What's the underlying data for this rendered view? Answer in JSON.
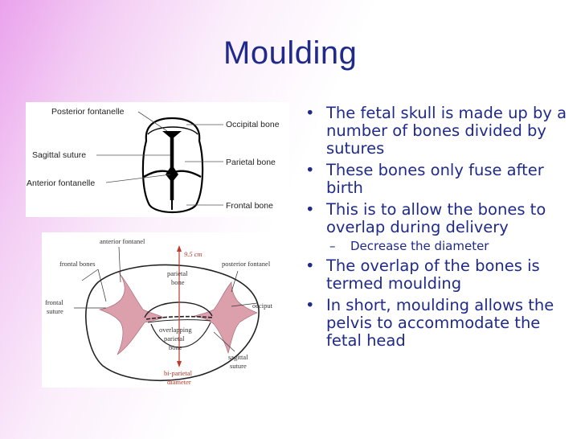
{
  "slide": {
    "title": "Moulding",
    "bullets": [
      {
        "level": 1,
        "text": "The fetal skull is made up by a number of bones divided by sutures"
      },
      {
        "level": 1,
        "text": "These bones only fuse after birth"
      },
      {
        "level": 1,
        "text": "This is to allow the bones to overlap during delivery"
      },
      {
        "level": 2,
        "text": "Decrease the diameter"
      },
      {
        "level": 1,
        "text": "The overlap of the bones is termed moulding"
      },
      {
        "level": 1,
        "text": "In short, moulding allows the pelvis to accommodate the fetal head"
      }
    ]
  },
  "figure_top": {
    "labels": {
      "posterior_fontanelle": "Posterior fontanelle",
      "occipital_bone": "Occipital bone",
      "sagittal_suture": "Sagittal suture",
      "parietal_bone": "Parietal bone",
      "anterior_fontanelle": "Anterior fontanelle",
      "frontal_bone": "Frontal bone"
    }
  },
  "figure_bottom": {
    "labels": {
      "anterior_fontanel": "anterior fontanel",
      "measurement": "9.5 cm",
      "frontal_bones": "frontal bones",
      "posterior_fontanel": "posterior fontanel",
      "parietal_1": "parietal",
      "parietal_2": "bone",
      "frontal_1": "frontal",
      "frontal_2": "suture",
      "occiput": "occiput",
      "overlap_1": "overlapping",
      "overlap_2": "parietal",
      "overlap_3": "bone",
      "biparietal_1": "bi-parietal",
      "biparietal_2": "diameter",
      "sagittal_1": "sagittal",
      "sagittal_2": "suture"
    }
  },
  "colors": {
    "title": "#1f2a8a",
    "text": "#1f2a8a",
    "suture_pink": "#d9899b",
    "measure_red": "#c0392b"
  }
}
